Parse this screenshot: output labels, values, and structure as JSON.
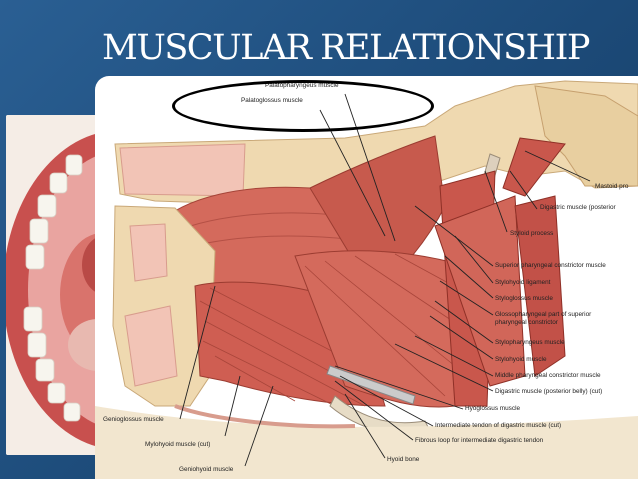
{
  "slide": {
    "title": "MUSCULAR RELATIONSHIP"
  },
  "figure": {
    "labels": {
      "palatopharyngeus": "Palatopharyngeus muscle",
      "palatoglossus": "Palatoglossus muscle",
      "mastoid": "Mastoid pro",
      "digastric_posterior": "Digastric muscle (posterior",
      "styloid": "Styloid process",
      "sup_constrictor": "Superior pharyngeal constrictor muscle",
      "stylohyoid_lig": "Stylohyoid ligament",
      "styloglossus": "Styloglossus muscle",
      "glossopharyngeal_1": "Glossopharyngeal part of superior",
      "glossopharyngeal_2": "pharyngeal constrictor",
      "stylopharyngeus": "Stylopharyngeus muscle",
      "stylohyoid": "Stylohyoid muscle",
      "mid_constrictor": "Middle pharyngeal constrictor muscle",
      "digastric_post_belly": "Digastric muscle (posterior belly) (cut)",
      "hyoglossus": "Hyoglossus muscle",
      "intermediate_tendon": "Intermediate tendon of digastric muscle (cut)",
      "fibrous_loop": "Fibrous loop for intermediate digastric tendon",
      "hyoid": "Hyoid bone",
      "genioglossus": "Genioglossus muscle",
      "mylohyoid": "Mylohyoid muscle (cut)",
      "geniohyoid": "Geniohyoid muscle"
    }
  },
  "colors": {
    "background": "#1f4e79",
    "title": "#ffffff",
    "muscle": "#c9574c",
    "bone": "#efd9b0",
    "highlight": "#000000"
  }
}
